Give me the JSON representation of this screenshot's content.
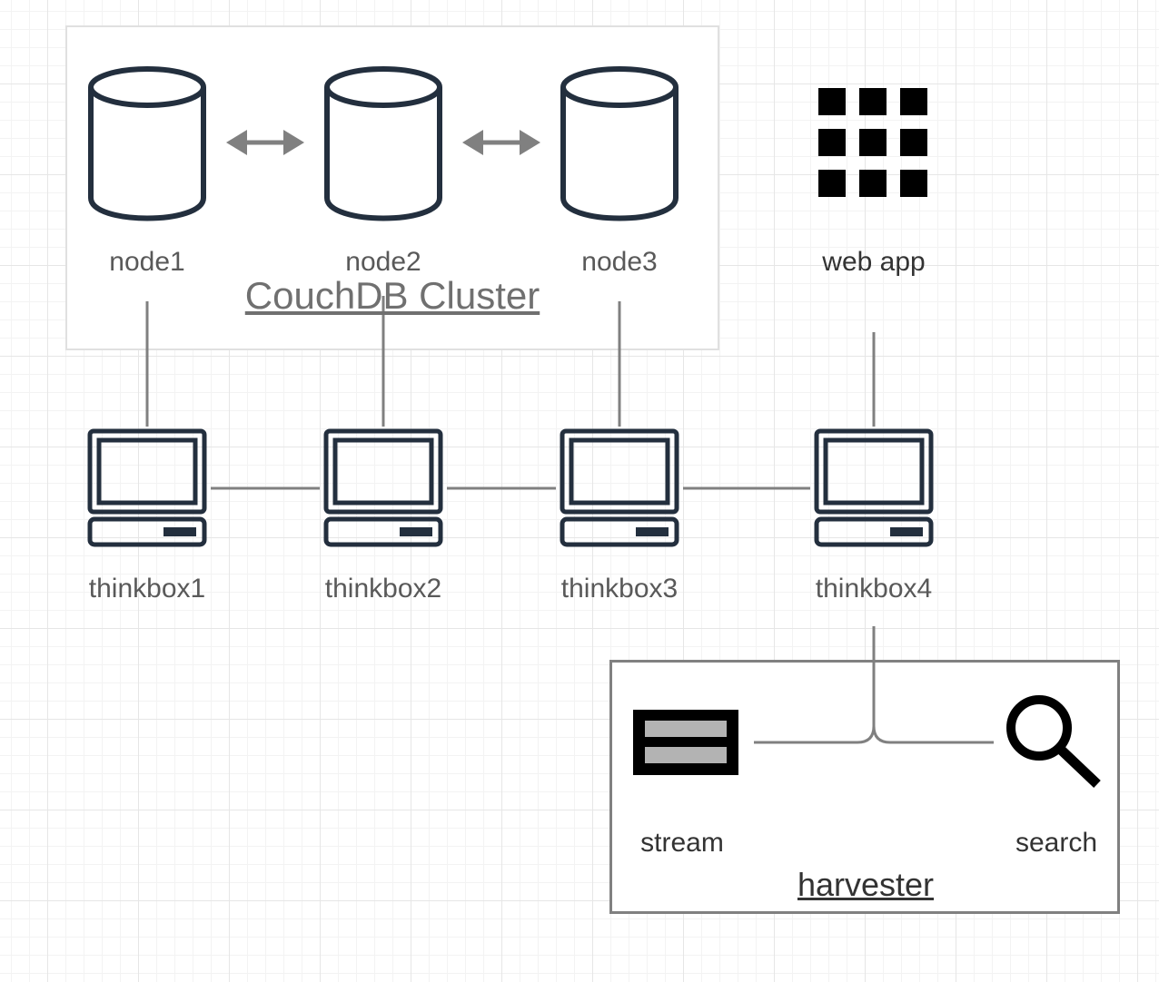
{
  "cluster": {
    "title": "CouchDB Cluster",
    "nodes": [
      {
        "label": "node1",
        "icon": "database-icon"
      },
      {
        "label": "node2",
        "icon": "database-icon"
      },
      {
        "label": "node3",
        "icon": "database-icon"
      }
    ]
  },
  "web_app": {
    "label": "web app",
    "icon": "grid-icon"
  },
  "machines": [
    {
      "label": "thinkbox1",
      "icon": "computer-icon"
    },
    {
      "label": "thinkbox2",
      "icon": "computer-icon"
    },
    {
      "label": "thinkbox3",
      "icon": "computer-icon"
    },
    {
      "label": "thinkbox4",
      "icon": "computer-icon"
    }
  ],
  "harvester": {
    "title": "harvester",
    "stream": {
      "label": "stream",
      "icon": "stream-icon"
    },
    "search": {
      "label": "search",
      "icon": "search-icon"
    }
  },
  "colors": {
    "icon_stroke": "#232f3e",
    "connector": "#808080",
    "cluster_border": "#e0e0e0",
    "harvester_border": "#808080"
  }
}
